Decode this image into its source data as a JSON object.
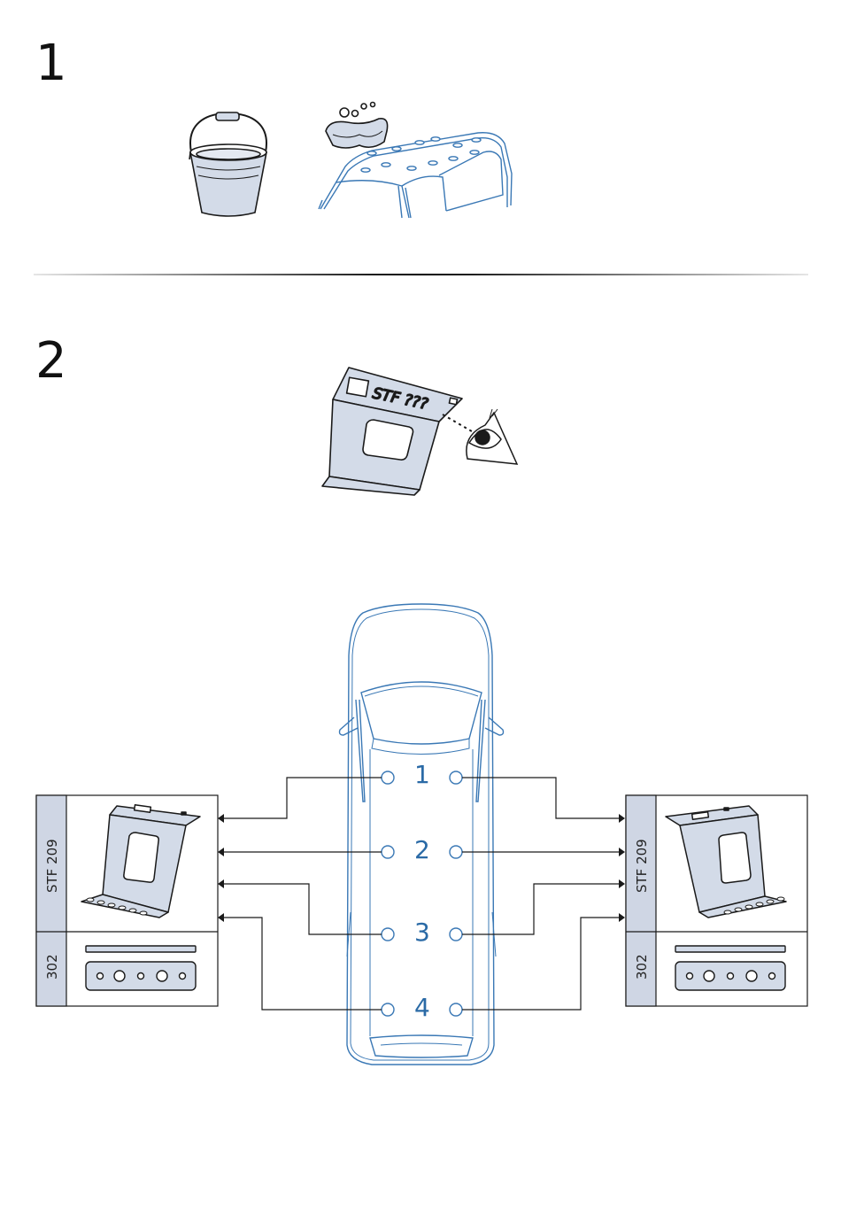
{
  "steps": [
    {
      "number": "1"
    },
    {
      "number": "2"
    }
  ],
  "part_sticker": {
    "text": "STF ???"
  },
  "mounting_points": [
    "1",
    "2",
    "3",
    "4"
  ],
  "left_panel": {
    "foot_label": "STF 209",
    "rail_label": "302"
  },
  "right_panel": {
    "foot_label": "STF 209",
    "rail_label": "302"
  },
  "colors": {
    "line_blue": "#3a78b5",
    "fill_light": "#d3dbe8",
    "label_column": "#cfd6e4",
    "text_blue": "#2a6aa6",
    "ink": "#1a1a1a"
  },
  "icons": [
    "bucket-icon",
    "sponge-icon",
    "car-roof-icon",
    "roof-foot-icon",
    "eye-icon",
    "car-top-view-icon"
  ]
}
